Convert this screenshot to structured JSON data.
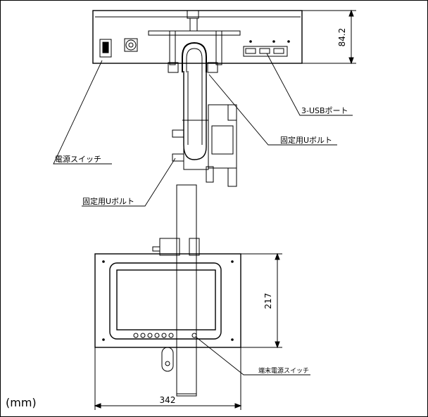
{
  "labels": {
    "usb_port": "3-USBポート",
    "u_bolt_upper": "固定用Uボルト",
    "power_switch": "電源スイッチ",
    "u_bolt_lower": "固定用Uボルト",
    "terminal_power_switch": "端末電源スイッチ"
  },
  "dimensions": {
    "top_height": "84.2",
    "screen_height": "217",
    "screen_width": "342"
  },
  "unit": "(mm)"
}
